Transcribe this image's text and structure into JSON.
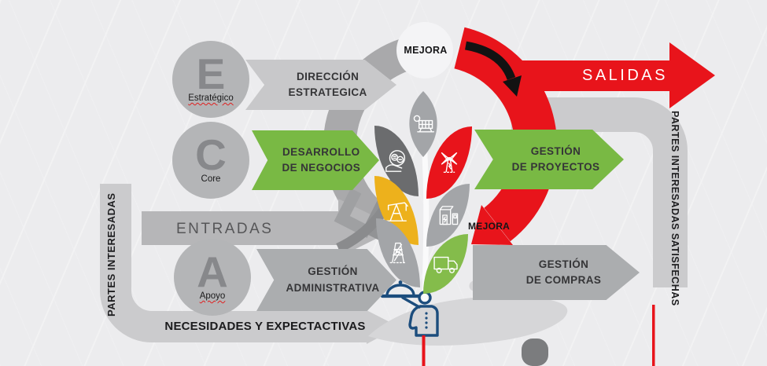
{
  "labels": {
    "mejora_top": "MEJORA",
    "mejora_right": "MEJORA",
    "salidas": "SALIDAS",
    "entradas": "ENTRADAS",
    "necesidades": "NECESIDADES Y EXPECTACTIVAS",
    "partes_interesadas": "PARTES INTERESADAS",
    "partes_satisfechas": "PARTES INTERESADAS SATISFECHAS"
  },
  "processes": {
    "direccion": "DIRECCIÓN\nESTRATEGICA",
    "desarrollo": "DESARROLLO\nDE NEGOCIOS",
    "proyectos": "GESTIÓN\nDE PROYECTOS",
    "administrativa": "GESTIÓN\nADMINISTRATIVA",
    "compras": "GESTIÓN\nDE COMPRAS"
  },
  "levels": [
    {
      "letter": "E",
      "label": "Estratégico"
    },
    {
      "letter": "C",
      "label": "Core"
    },
    {
      "letter": "A",
      "label": "Apoyo"
    }
  ],
  "icons": [
    "solar-panel-icon",
    "hand-coins-icon",
    "windmill-icon",
    "oil-pump-icon",
    "charging-station-icon",
    "power-tower-icon",
    "delivery-truck-icon",
    "waiter-cloche-icon",
    "hand-palm-icon",
    "improvement-arrow-icon",
    "cycle-chevron-icon"
  ],
  "colors": {
    "green_arrow": "#79b944",
    "green_leaf": "#84bc4b",
    "red": "#e8141b",
    "yellow_leaf": "#edb11c",
    "dark_gray_leaf": "#6b6c6e",
    "mid_gray_leaf": "#a3a5a8",
    "ring_gray": "#a9a9ab",
    "arrow_gray": "#abadaf",
    "bar_gray": "#cbcbcd",
    "navy": "#1c4d7d"
  }
}
